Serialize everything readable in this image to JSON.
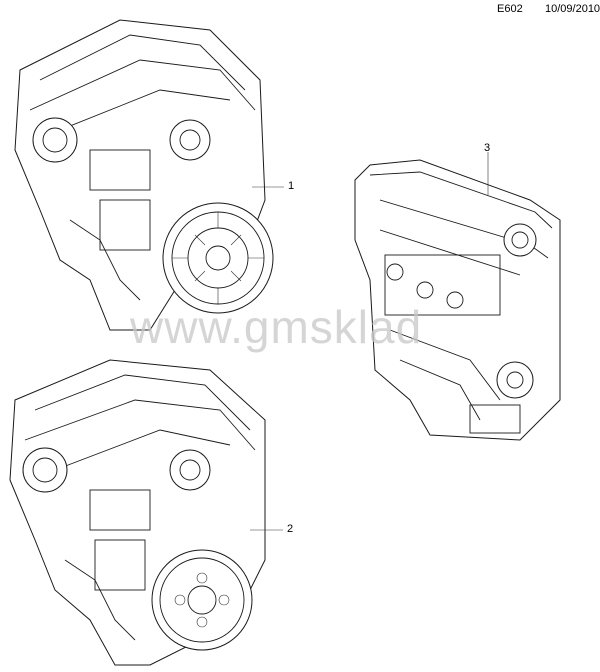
{
  "header": {
    "code": "E602",
    "date": "10/09/2010"
  },
  "callouts": [
    "1",
    "2",
    "3"
  ],
  "watermark": "www.gmsklad"
}
